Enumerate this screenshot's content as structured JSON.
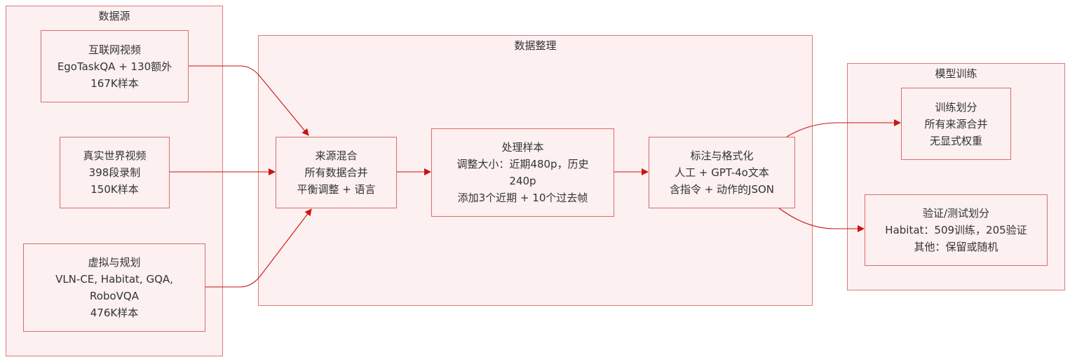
{
  "clusters": {
    "sources": {
      "title": "数据源"
    },
    "processing": {
      "title": "数据整理"
    },
    "training": {
      "title": "模型训练"
    }
  },
  "nodes": {
    "internet": {
      "lines": [
        "互联网视频",
        "EgoTaskQA + 130额外",
        "167K样本"
      ]
    },
    "realworld": {
      "lines": [
        "真实世界视频",
        "398段录制",
        "150K样本"
      ]
    },
    "virtual": {
      "lines": [
        "虚拟与规划",
        "VLN-CE, Habitat, GQA,",
        "RoboVQA",
        "476K样本"
      ]
    },
    "mix": {
      "lines": [
        "来源混合",
        "所有数据合并",
        "平衡调整 + 语言"
      ]
    },
    "process": {
      "lines": [
        "处理样本",
        "调整大小：近期480p，历史",
        "240p",
        "添加3个近期 + 10个过去帧"
      ]
    },
    "annotate": {
      "lines": [
        "标注与格式化",
        "人工 + GPT-4o文本",
        "含指令 + 动作的JSON"
      ]
    },
    "train": {
      "lines": [
        "训练划分",
        "所有来源合并",
        "无显式权重"
      ]
    },
    "val": {
      "lines": [
        "验证/测试划分",
        "Habitat：509训练，205验证",
        "其他：保留或随机"
      ]
    }
  },
  "colors": {
    "edge": "#cc1111",
    "cluster_border": "#e07a7a",
    "fill": "#fcf0f0"
  }
}
